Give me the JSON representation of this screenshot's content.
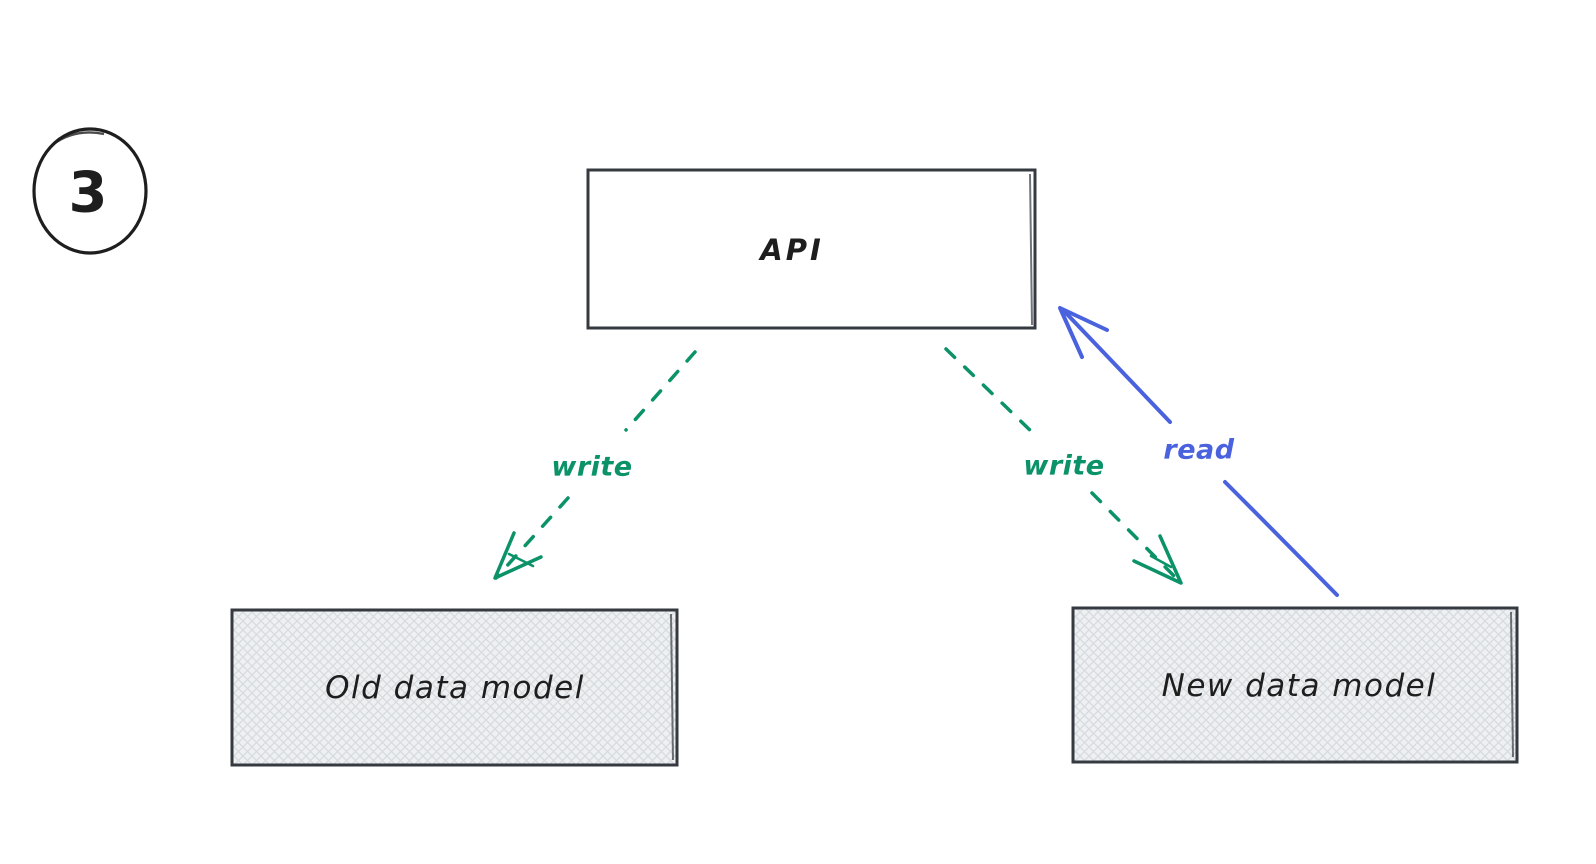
{
  "diagram": {
    "step_badge": "3",
    "nodes": {
      "api": {
        "label": "API"
      },
      "old_model": {
        "label": "Old data model"
      },
      "new_model": {
        "label": "New data model"
      }
    },
    "edges": {
      "write_left": {
        "label": "write"
      },
      "write_right": {
        "label": "write"
      },
      "read": {
        "label": "read"
      }
    },
    "colors": {
      "green": "#0b9268",
      "blue": "#4a62dd",
      "node_stroke": "#343a40",
      "badge_stroke": "#1e1e1e",
      "text": "#1e1e1e",
      "box_fill": "#eef0f2",
      "hatch_line": "#d7dbe0"
    }
  }
}
